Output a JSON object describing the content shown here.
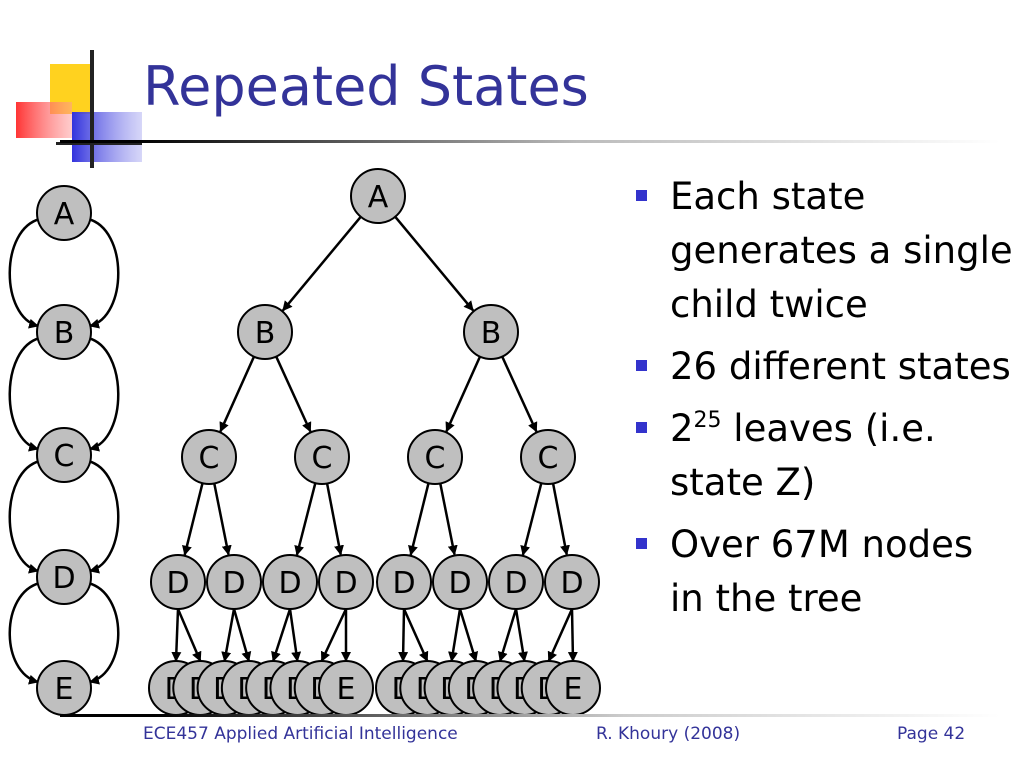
{
  "slide": {
    "title": "Repeated States"
  },
  "chain": {
    "nodes": [
      "A",
      "B",
      "C",
      "D",
      "E"
    ]
  },
  "tree": {
    "root": "A",
    "level1": [
      "B",
      "B"
    ],
    "level2": [
      "C",
      "C",
      "C",
      "C"
    ],
    "level3": [
      "D",
      "D",
      "D",
      "D",
      "D",
      "D",
      "D",
      "D"
    ],
    "level4": [
      "D",
      "D",
      "D",
      "D",
      "D",
      "D",
      "D",
      "E",
      "D",
      "D",
      "D",
      "D",
      "D",
      "D",
      "D",
      "E"
    ]
  },
  "bullets": [
    {
      "text": "Each state generates a single child twice"
    },
    {
      "text": "26 different states"
    },
    {
      "base": "2",
      "exponent": "25",
      "text": " leaves (i.e. state Z)"
    },
    {
      "text": "Over 67M nodes in the tree"
    }
  ],
  "footer": {
    "course": "ECE457 Applied Artificial Intelligence",
    "author": "R. Khoury (2008)",
    "page": "Page 42"
  },
  "colors": {
    "title": "#333399",
    "node_fill": "#bfbfbf",
    "bullet": "#3333cc"
  }
}
